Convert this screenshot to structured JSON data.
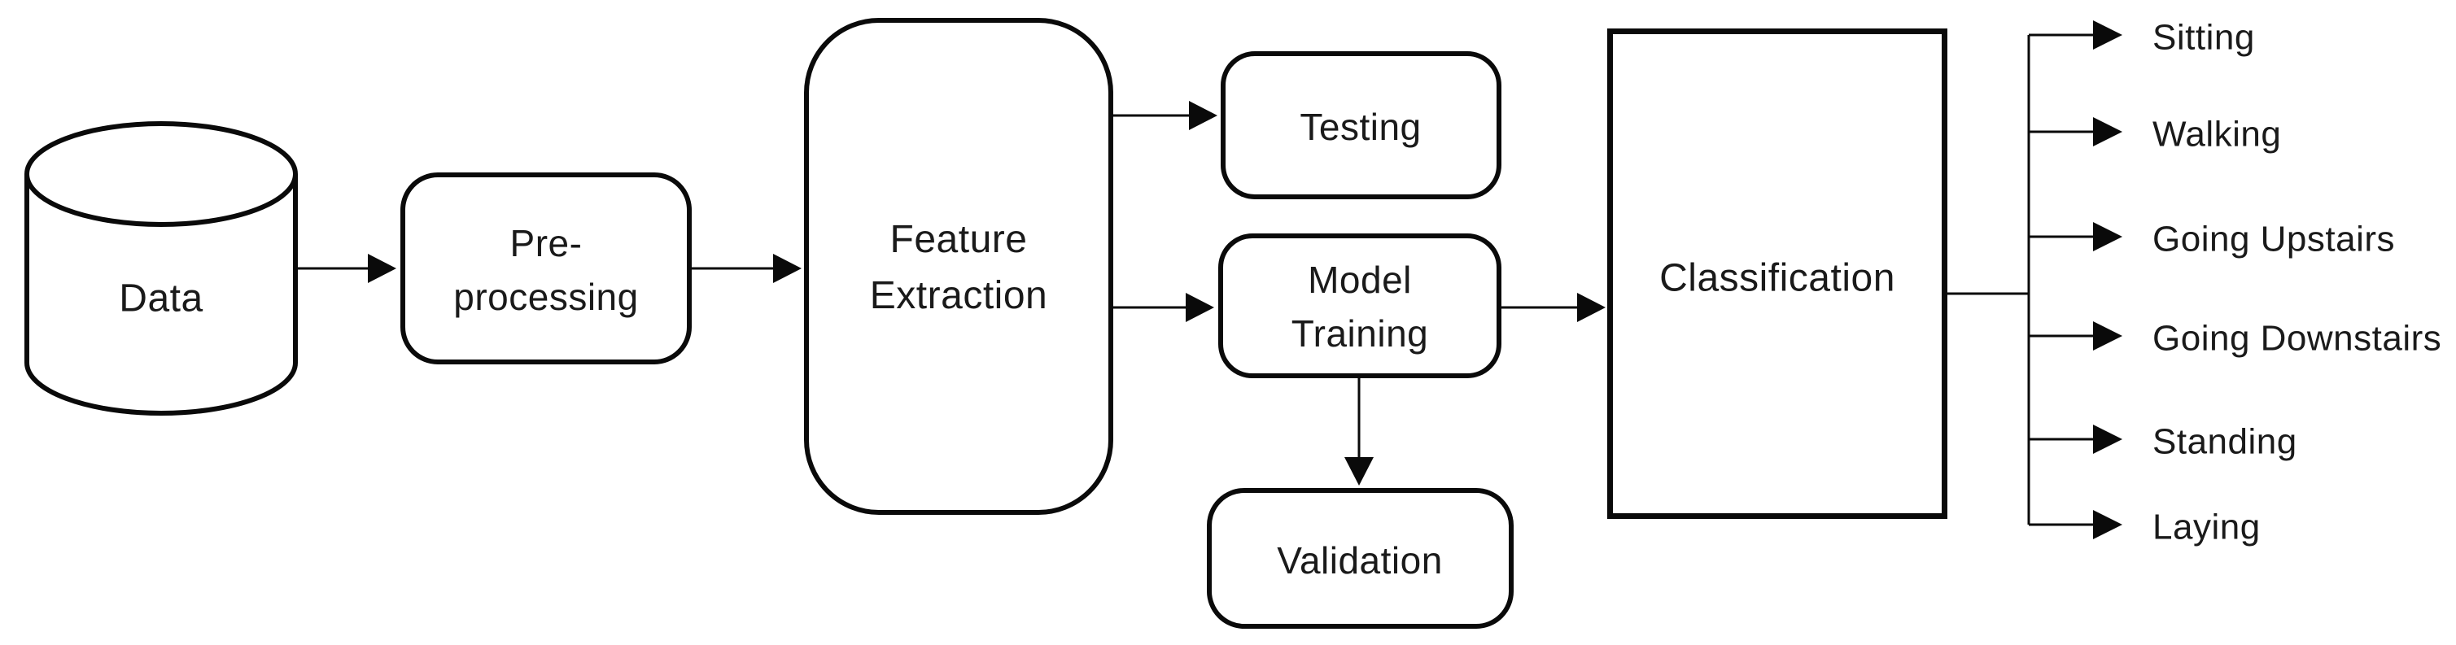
{
  "diagram": {
    "description": "Human activity recognition machine learning pipeline flowchart",
    "nodes": {
      "data": {
        "label": "Data",
        "shape": "cylinder"
      },
      "preprocessing": {
        "label": "Pre-\nprocessing",
        "shape": "rounded-rect"
      },
      "feature_extraction": {
        "label": "Feature\nExtraction",
        "shape": "rounded-rect"
      },
      "testing": {
        "label": "Testing",
        "shape": "rounded-rect"
      },
      "model_training": {
        "label": "Model\nTraining",
        "shape": "rounded-rect"
      },
      "validation": {
        "label": "Validation",
        "shape": "rounded-rect"
      },
      "classification": {
        "label": "Classification",
        "shape": "rect"
      }
    },
    "flows": [
      "data -> preprocessing",
      "preprocessing -> feature_extraction",
      "feature_extraction -> testing",
      "feature_extraction -> model_training",
      "model_training -> classification",
      "model_training -> validation",
      "classification -> outputs"
    ],
    "outputs": [
      "Sitting",
      "Walking",
      "Going Upstairs",
      "Going Downstairs",
      "Standing",
      "Laying"
    ],
    "colors": {
      "stroke": "#0a0a0a",
      "background": "#ffffff",
      "text": "#1a1a1a"
    }
  }
}
